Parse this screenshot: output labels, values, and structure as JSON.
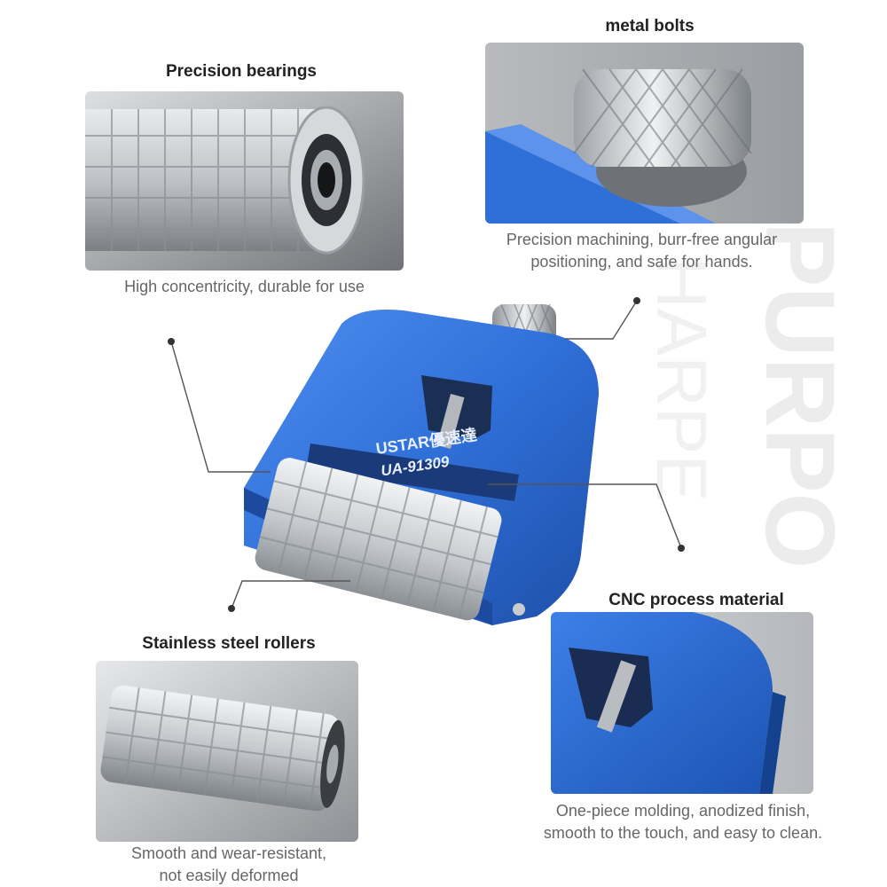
{
  "features": {
    "bearings": {
      "title": "Precision bearings",
      "caption": [
        "High concentricity, durable for use"
      ]
    },
    "bolts": {
      "title": "metal bolts",
      "caption": [
        "Precision machining, burr-free angular",
        "positioning, and safe for hands."
      ]
    },
    "cnc": {
      "title": "CNC process material",
      "caption": [
        "One-piece molding, anodized finish,",
        "smooth to the touch, and easy to clean."
      ]
    },
    "rollers": {
      "title": "Stainless steel rollers",
      "caption": [
        "Smooth and wear-resistant,",
        "not easily deformed"
      ]
    }
  },
  "product": {
    "brand": "USTAR優速達",
    "model": "UA-91309"
  },
  "watermark": {
    "word1": "PURPO",
    "word2": "HARPE"
  },
  "colors": {
    "anodized_blue": "#2f6fd8",
    "steel": "#c9ccd0",
    "panel_gray": "#8a8d91"
  }
}
